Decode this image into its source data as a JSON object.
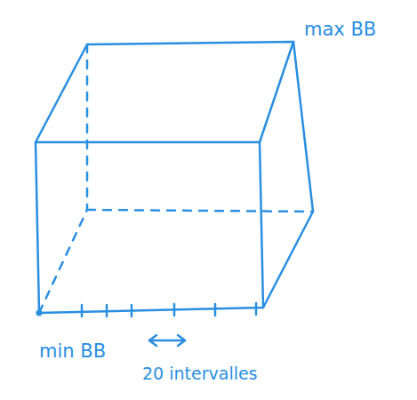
{
  "diagram": {
    "labels": [
      "max BB",
      "min BB",
      "20 intervalles"
    ]
  }
}
